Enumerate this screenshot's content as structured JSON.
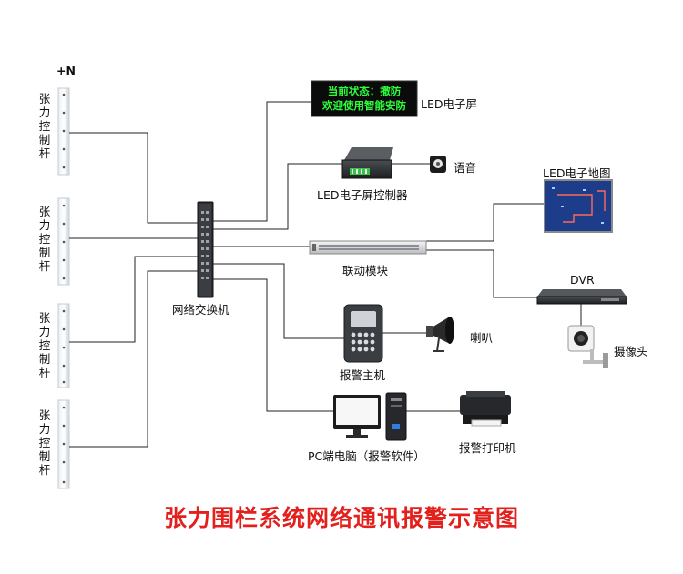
{
  "diagram": {
    "title": "张力围栏系统网络通讯报警示意图",
    "plus_n": "+N",
    "pole_label": "张力控制杆",
    "nodes": {
      "switch": "网络交换机",
      "led_screen": "LED电子屏",
      "led_screen_line1": "当前状态：撤防",
      "led_screen_line2": "欢迎使用智能安防",
      "led_controller": "LED电子屏控制器",
      "voice": "语音",
      "linkage_module": "联动模块",
      "led_map": "LED电子地图",
      "dvr": "DVR",
      "camera": "摄像头",
      "alarm_host": "报警主机",
      "horn": "喇叭",
      "pc": "PC端电脑（报警软件）",
      "printer": "报警打印机"
    }
  },
  "colors": {
    "title": "#e2201c",
    "line": "#222222",
    "screen_bg": "#0b0b0b",
    "screen_text": "#2cff3a",
    "map_bg": "#1d3c8a"
  }
}
